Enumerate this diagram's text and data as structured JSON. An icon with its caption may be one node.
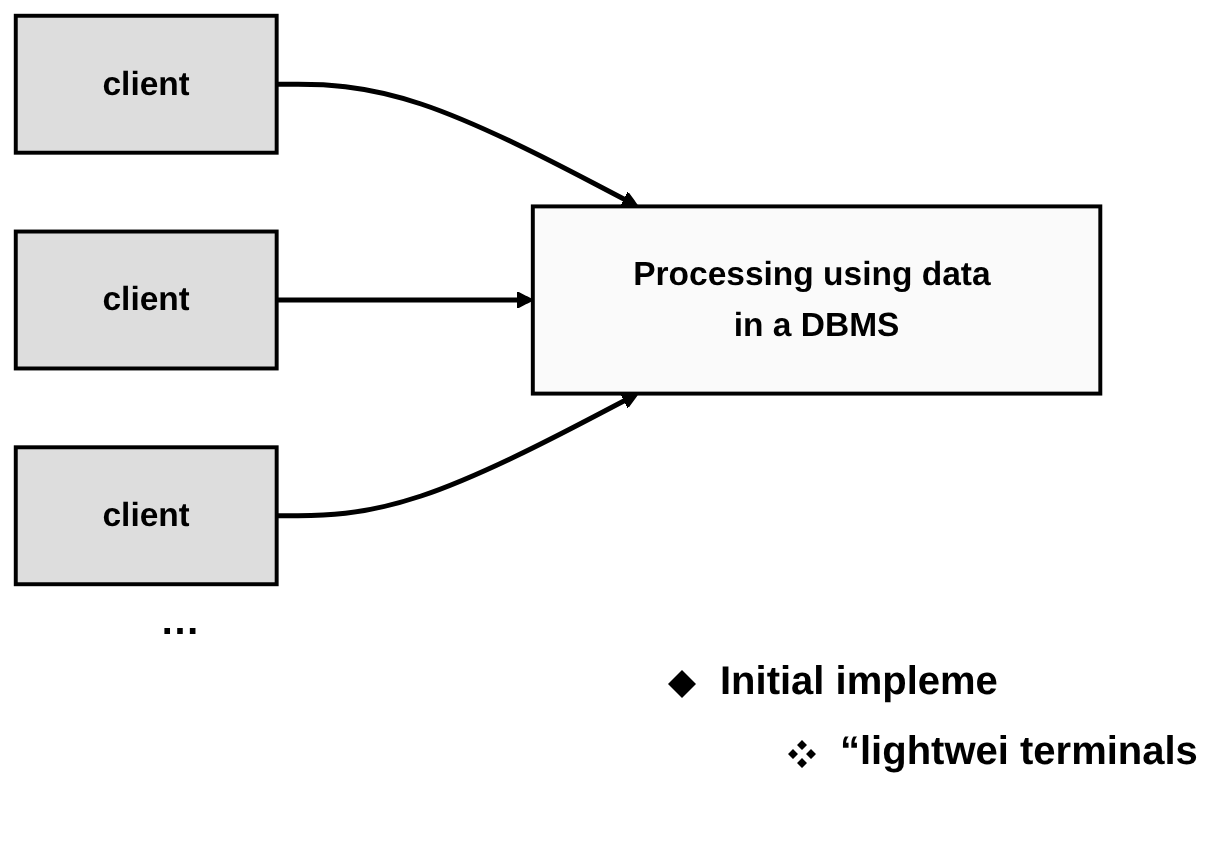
{
  "diagram": {
    "nodes": [
      {
        "text": [
          "client"
        ]
      },
      {
        "text": [
          "client"
        ]
      },
      {
        "text": [
          "client"
        ]
      },
      {
        "text": [
          "Processing using data in a DBMS"
        ]
      }
    ],
    "edges": [
      {
        "from": 0,
        "to": 3,
        "arrow": "to"
      },
      {
        "from": 1,
        "to": 3,
        "arrow": "to"
      },
      {
        "from": 2,
        "to": 3,
        "arrow": "to"
      }
    ],
    "labels": [
      "…",
      "Initial impleme",
      "“lightwei terminals"
    ]
  }
}
